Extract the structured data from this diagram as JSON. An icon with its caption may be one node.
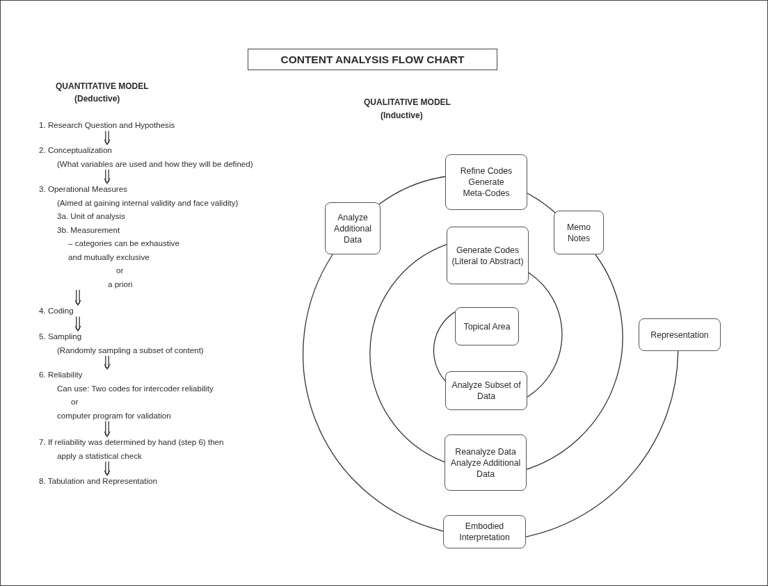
{
  "diagram": {
    "title": "CONTENT ANALYSIS FLOW CHART",
    "nodes": [
      {
        "text": [
          "1. Research Question and Hypothesis"
        ]
      },
      {
        "text": [
          "2. Conceptualization",
          "(What variables are used and how they will be defined)"
        ]
      },
      {
        "text": [
          "3. Operational Measures",
          "(Aimed at gaining internal validity and face validity)",
          "3a. Unit of analysis",
          "3b. Measurement",
          "– categories can be exhaustive and mutually exclusive",
          "or",
          "a priori"
        ]
      },
      {
        "text": [
          "4. Coding"
        ]
      },
      {
        "text": [
          "5. Sampling",
          "(Randomly sampling a subset of content)"
        ]
      },
      {
        "text": [
          "6. Reliability",
          "Can use: Two codes for intercoder reliability",
          "or",
          "computer program for validation"
        ]
      },
      {
        "text": [
          "7. If reliability was determined by hand (step 6) then apply a statistical check"
        ]
      },
      {
        "text": [
          "8. Tabulation and Representation"
        ]
      },
      {
        "text": [
          "Refine Codes Generate Meta-Codes"
        ]
      },
      {
        "text": [
          "Analyze Additional Data"
        ]
      },
      {
        "text": [
          "Memo Notes"
        ]
      },
      {
        "text": [
          "Generate Codes (Literal to Abstract)"
        ]
      },
      {
        "text": [
          "Topical Area"
        ]
      },
      {
        "text": [
          "Representation"
        ]
      },
      {
        "text": [
          "Analyze Subset of Data"
        ]
      },
      {
        "text": [
          "Reanalyze Data Analyze Additional Data"
        ]
      },
      {
        "text": [
          "Embodied Interpretation"
        ]
      }
    ],
    "edges": [
      {
        "from": 0,
        "to": 1,
        "arrow": "to"
      },
      {
        "from": 1,
        "to": 2,
        "arrow": "to"
      },
      {
        "from": 2,
        "to": 3,
        "arrow": "to"
      },
      {
        "from": 3,
        "to": 4,
        "arrow": "to"
      },
      {
        "from": 4,
        "to": 5,
        "arrow": "to"
      },
      {
        "from": 5,
        "to": 6,
        "arrow": "to"
      },
      {
        "from": 6,
        "to": 7,
        "arrow": "to"
      },
      {
        "from": 12,
        "to": 14,
        "arrow": "none"
      },
      {
        "from": 14,
        "to": 11,
        "arrow": "none"
      },
      {
        "from": 11,
        "to": 15,
        "arrow": "none"
      },
      {
        "from": 15,
        "to": 10,
        "arrow": "none"
      },
      {
        "from": 10,
        "to": 8,
        "arrow": "none"
      },
      {
        "from": 8,
        "to": 9,
        "arrow": "none"
      },
      {
        "from": 9,
        "to": 16,
        "arrow": "none"
      },
      {
        "from": 16,
        "to": 13,
        "arrow": "none"
      }
    ],
    "labels": [
      "QUANTITATIVE MODEL",
      "(Deductive)",
      "QUALITATIVE MODEL",
      "(Inductive)"
    ]
  }
}
